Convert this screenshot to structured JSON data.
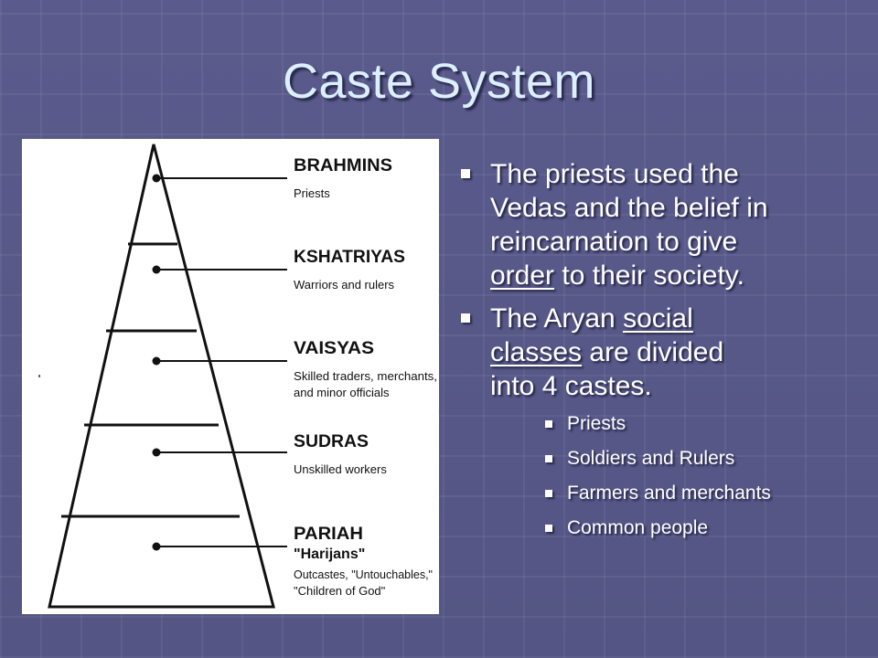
{
  "slide": {
    "title": "Caste System"
  },
  "diagram": {
    "castes": [
      {
        "name": "BRAHMINS",
        "desc1": "Priests",
        "desc2": "",
        "desc3": ""
      },
      {
        "name": "KSHATRIYAS",
        "desc1": "Warriors and rulers",
        "desc2": "",
        "desc3": ""
      },
      {
        "name": "VAISYAS",
        "desc1": "Skilled traders, merchants,",
        "desc2": "and minor officials",
        "desc3": ""
      },
      {
        "name": "SUDRAS",
        "desc1": "Unskilled workers",
        "desc2": "",
        "desc3": ""
      },
      {
        "name": "PARIAH",
        "desc1": "\"Harijans\"",
        "desc2": "Outcastes, \"Untouchables,\"",
        "desc3": "\"Children of God\""
      }
    ]
  },
  "bullets": {
    "b1": {
      "l1": "The priests used the",
      "l2": "Vedas and the belief in",
      "l3": "reincarnation to give",
      "l4_u": "order",
      "l4_rest": " to their society."
    },
    "b2": {
      "l1_pre": "The Aryan ",
      "l1_u": "social",
      "l2_u": "classes",
      "l2_rest": " are divided",
      "l3": "into 4 castes."
    },
    "sub": [
      "Priests",
      "Soldiers and Rulers",
      "Farmers and merchants",
      "Common people"
    ]
  },
  "colors": {
    "background": "#58598a",
    "title": "#dcefff",
    "text": "#ffffff"
  }
}
